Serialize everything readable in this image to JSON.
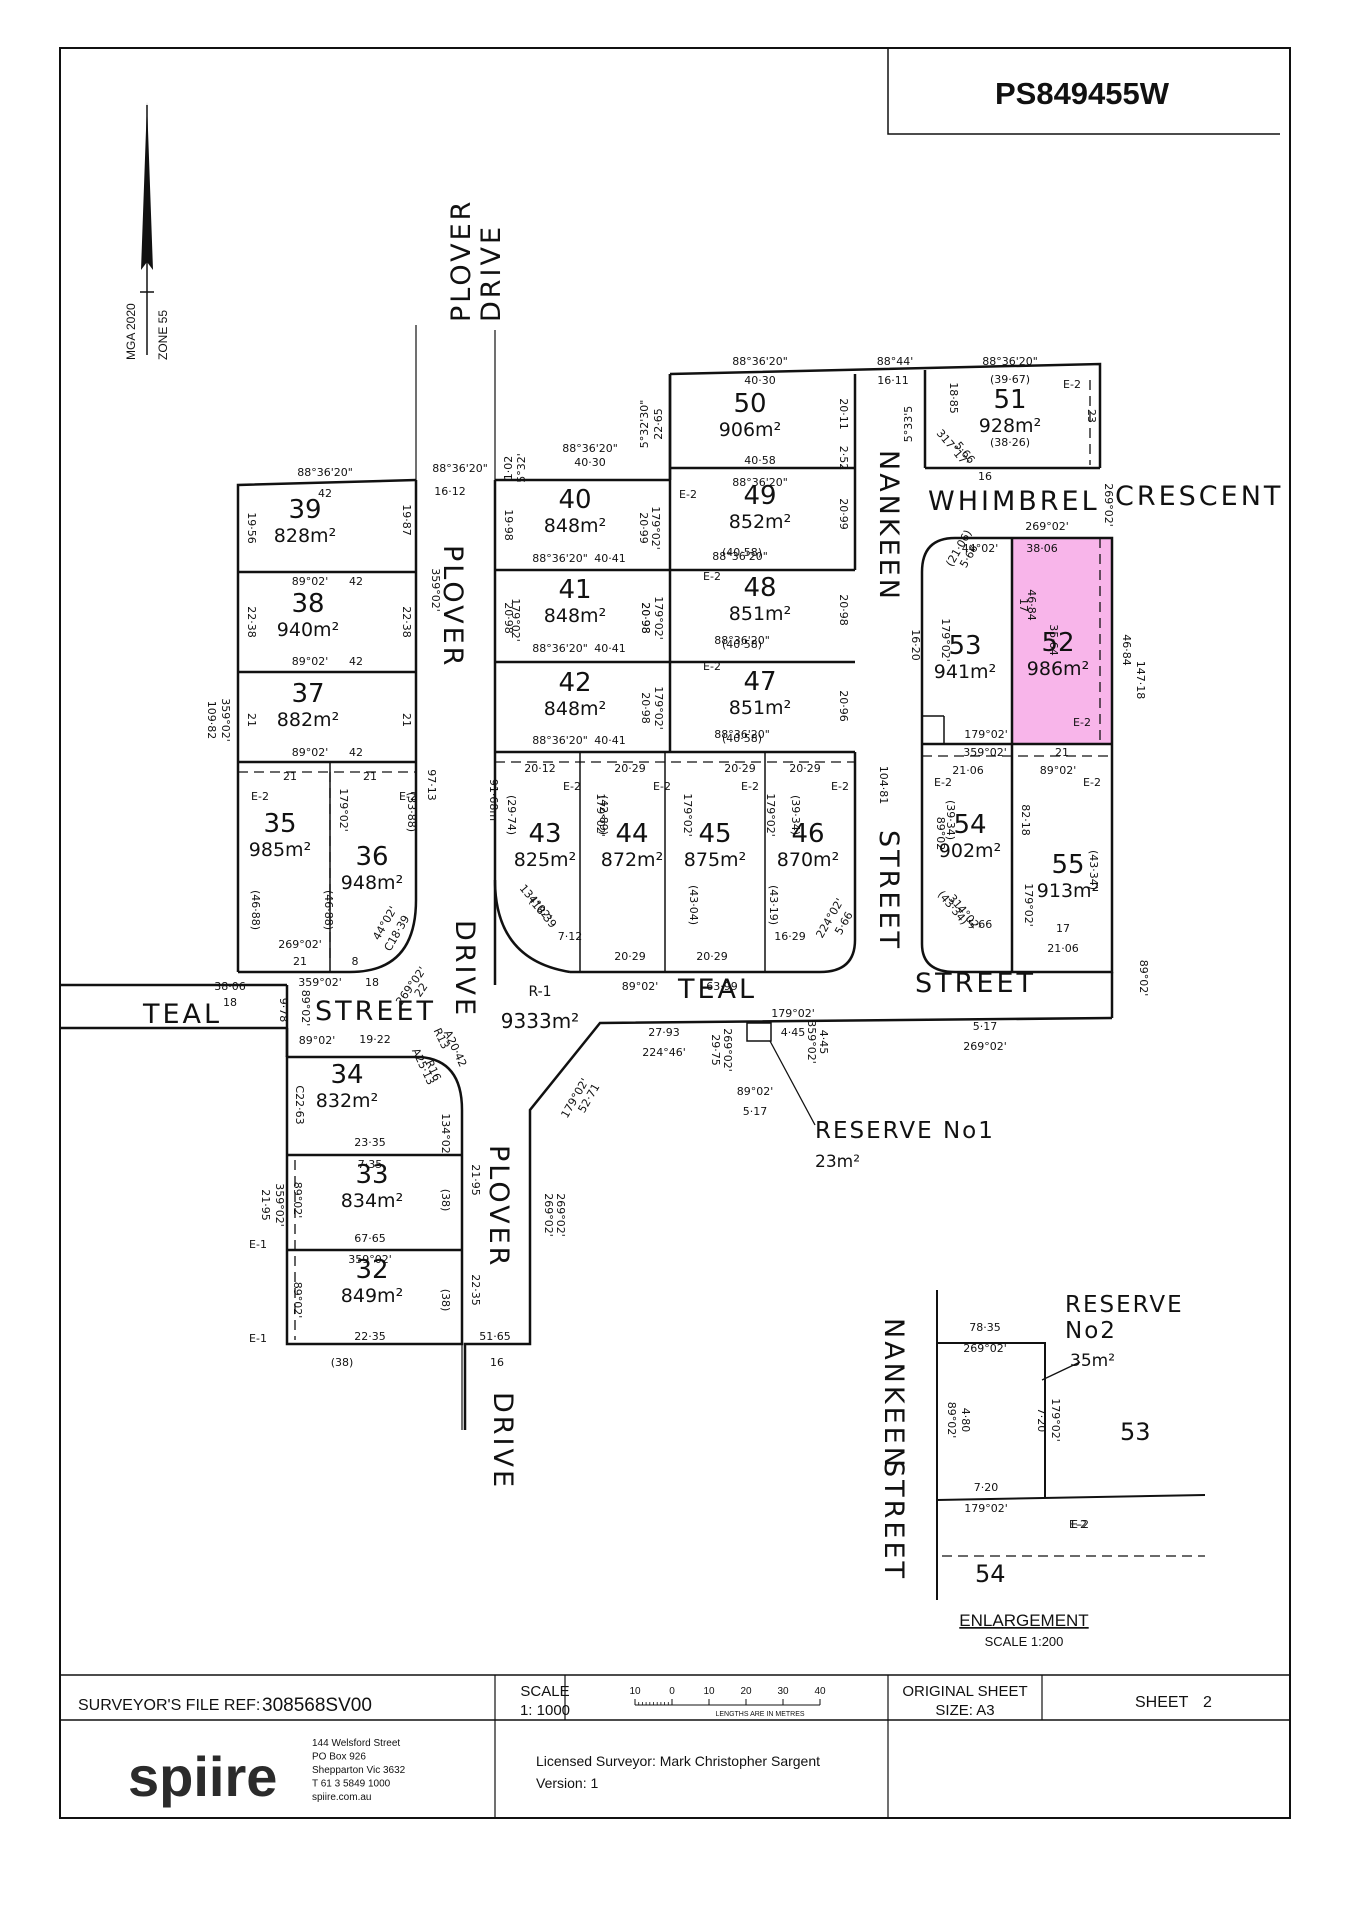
{
  "plan_number": "PS849455W",
  "north": {
    "datum": "MGA 2020",
    "zone": "ZONE 55"
  },
  "lots": [
    {
      "num": "39",
      "area": "828m²"
    },
    {
      "num": "38",
      "area": "940m²"
    },
    {
      "num": "37",
      "area": "882m²"
    },
    {
      "num": "35",
      "area": "985m²"
    },
    {
      "num": "36",
      "area": "948m²"
    },
    {
      "num": "40",
      "area": "848m²"
    },
    {
      "num": "41",
      "area": "848m²"
    },
    {
      "num": "42",
      "area": "848m²"
    },
    {
      "num": "49",
      "area": "852m²"
    },
    {
      "num": "48",
      "area": "851m²"
    },
    {
      "num": "47",
      "area": "851m²"
    },
    {
      "num": "43",
      "area": "825m²"
    },
    {
      "num": "44",
      "area": "872m²"
    },
    {
      "num": "45",
      "area": "875m²"
    },
    {
      "num": "46",
      "area": "870m²"
    },
    {
      "num": "50",
      "area": "906m²"
    },
    {
      "num": "51",
      "area": "928m²"
    },
    {
      "num": "53",
      "area": "941m²"
    },
    {
      "num": "52",
      "area": "986m²"
    },
    {
      "num": "54",
      "area": "902m²"
    },
    {
      "num": "55",
      "area": "913m²"
    },
    {
      "num": "34",
      "area": "832m²"
    },
    {
      "num": "33",
      "area": "834m²"
    },
    {
      "num": "32",
      "area": "849m²"
    }
  ],
  "road": {
    "label": "R-1",
    "area": "9333m²"
  },
  "streets": {
    "plover_drive_top_1": "PLOVER",
    "plover_drive_top_2": "DRIVE",
    "plover_mid": "PLOVER",
    "drive_mid": "DRIVE",
    "plover_low": "PLOVER",
    "drive_low": "DRIVE",
    "whimbrel": "WHIMBREL",
    "crescent": "CRESCENT",
    "nankeen": "NANKEEN",
    "street_right": "STREET",
    "teal_left": "TEAL",
    "street_left": "STREET",
    "teal_mid": "TEAL",
    "street_mid_right": "STREET",
    "nankeen_enl": "NANKEEN",
    "street_enl": "STREET"
  },
  "reserve1": {
    "label": "RESERVE No1",
    "area": "23m²"
  },
  "reserve2": {
    "label": "RESERVE",
    "label2": "No2",
    "area": "35m²"
  },
  "enlargement": {
    "title": "ENLARGEMENT",
    "scale": "SCALE 1:200",
    "lot_a": "53",
    "lot_b": "54"
  },
  "dims": [
    "88°36'20\"",
    "42",
    "19·56",
    "19·87",
    "89°02'",
    "42",
    "22·38",
    "22·38",
    "89°02'",
    "42",
    "21",
    "21",
    "89°02'",
    "42",
    "109·82",
    "359°02'",
    "21",
    "21",
    "(33·88)",
    "179°02'",
    "97·13",
    "(46·88)",
    "(46·88)",
    "269°02'",
    "21",
    "8",
    "44°02'",
    "C18·39",
    "88°36'20\"",
    "16·12",
    "1·02",
    "5°32'",
    "88°36'20\"",
    "40·30",
    "19·98",
    "179°02'",
    "359°02'",
    "20·98",
    "20·98",
    "91·68m",
    "88°36'20\"",
    "40·41",
    "20·99",
    "179°02'",
    "88°36'20\"",
    "40·41",
    "20·98",
    "179°02'",
    "88°36'20\"",
    "40·41",
    "20·98",
    "179°02'",
    "20·12",
    "20·29",
    "(29·74)",
    "179°02'",
    "(42·89)",
    "134°02'",
    "(18·39",
    "7·12",
    "20·29",
    "20·29",
    "(43·04)",
    "179°02'",
    "20·29",
    "(43·19)",
    "179°02'",
    "(39·34)",
    "224°02'",
    "5·66",
    "16·29",
    "89°02'",
    "63·99",
    "20·29",
    "88°36'20\"",
    "40·30",
    "5°32'30\"",
    "22·65",
    "40·58",
    "20·11",
    "2·52",
    "88°36'20\"",
    "20·99",
    "88°36'20\"",
    "(40·58)",
    "20·98",
    "88°36'20\"",
    "(40·58)",
    "20·96",
    "88°36'20\"",
    "(40·58)",
    "104·81",
    "88°44'",
    "16·11",
    "5°33'5",
    "88°36'20\"",
    "(39·67)",
    "18·85",
    "317°17'",
    "5·66",
    "23",
    "(38·26)",
    "269°02'",
    "16",
    "269°02'",
    "38·06",
    "(21·06)",
    "5·66",
    "44°02'",
    "17",
    "46·84",
    "179°02'",
    "35·64",
    "46·84",
    "147·18",
    "179°02'",
    "16·20",
    "359°02'",
    "21",
    "21·06",
    "89°02'",
    "89°02'",
    "(39·34)",
    "82·18",
    "179°02'",
    "(43·34)",
    "(43·34)",
    "314°02'",
    "5·66",
    "17",
    "21·06",
    "89°02'",
    "38·06",
    "18",
    "9·78",
    "89°02'",
    "359°02'",
    "18",
    "89°02'",
    "19·22",
    "269°02'",
    "22",
    "R13",
    "A20·42",
    "A25·13",
    "R16",
    "C22·63",
    "134°02'",
    "23·35",
    "7·35",
    "89°02'",
    "(38)",
    "21·95",
    "21·95",
    "359°02'",
    "67·65",
    "359°02'",
    "89°02'",
    "(38)",
    "22·35",
    "22·35",
    "51·65",
    "(38)",
    "16",
    "269°02'",
    "269°02'",
    "179°02'",
    "52·71",
    "27·93",
    "224°46'",
    "29·75",
    "269°02'",
    "359°02'",
    "4·45",
    "179°02'",
    "4·45",
    "89°02'",
    "5·17",
    "5·17",
    "269°02'",
    "78·35",
    "269°02'",
    "89°02'",
    "4·80",
    "7·20",
    "179°02'",
    "7·20",
    "179°02'",
    "4·80",
    "89°02'"
  ],
  "easements": [
    "E-2",
    "E-2",
    "E-2",
    "E-2",
    "E-2",
    "E-2",
    "E-2",
    "E-2",
    "E-2",
    "E-2",
    "E-2",
    "E-2",
    "E-2",
    "E-2",
    "E-1",
    "E-1",
    "E-2"
  ],
  "title_block": {
    "file_ref_label": "SURVEYOR'S FILE REF:",
    "file_ref": "308568SV00",
    "scale_label": "SCALE",
    "scale_value": "1: 1000",
    "scale_ticks": [
      "10",
      "0",
      "10",
      "20",
      "30",
      "40"
    ],
    "scale_caption": "LENGTHS ARE IN METRES",
    "orig_sheet_label": "ORIGINAL SHEET",
    "orig_sheet_size": "SIZE: A3",
    "sheet_label": "SHEET",
    "sheet_num": "2",
    "logo": "spiire",
    "address": [
      "144 Welsford Street",
      "PO Box 926",
      "Shepparton Vic 3632",
      "T 61 3 5849 1000",
      "spiire.com.au"
    ],
    "surveyor": "Licensed Surveyor: Mark Christopher Sargent",
    "version": "Version: 1"
  },
  "colors": {
    "highlight": "#f7a8e6",
    "highlight_border": "#e040c8",
    "ink": "#111111"
  }
}
